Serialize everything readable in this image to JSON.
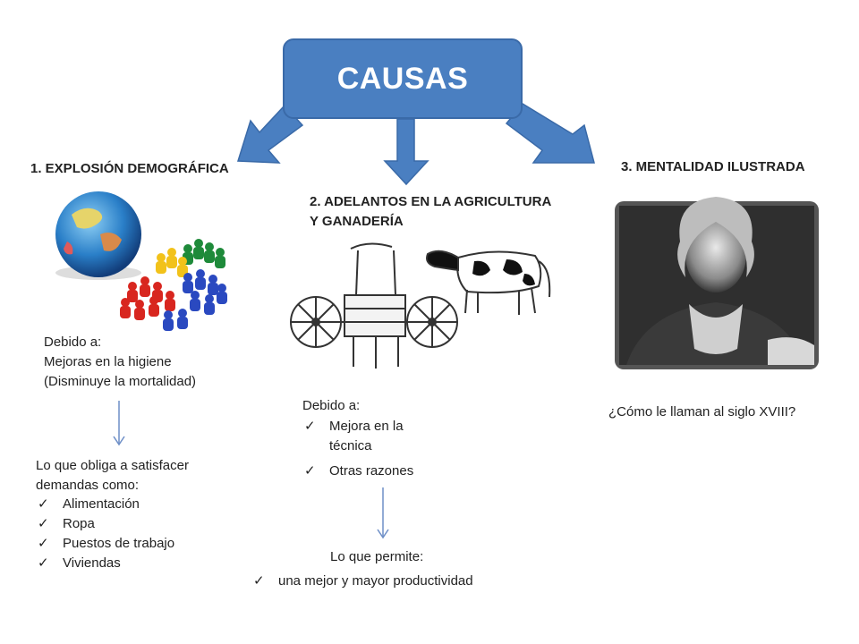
{
  "title": "CAUSAS",
  "col1": {
    "heading": "1. EXPLOSIÓN DEMOGRÁFICA",
    "reason_lines": [
      "Debido a:",
      "Mejoras en la higiene",
      "(Disminuye la mortalidad)"
    ],
    "result_lines": [
      "Lo que obliga  a satisfacer",
      "demandas como:"
    ],
    "items": [
      "Alimentación",
      "Ropa",
      "Puestos de trabajo",
      "Viviendas"
    ]
  },
  "col2": {
    "heading_lines": [
      "2. ADELANTOS EN LA AGRICULTURA",
      "Y GANADERÍA"
    ],
    "reason": "Debido a:",
    "items": [
      "Mejora en la técnica",
      "Otras razones"
    ],
    "result": "Lo que permite:",
    "result_item": "una mejor y mayor productividad"
  },
  "col3": {
    "heading": "3. MENTALIDAD ILUSTRADA",
    "question": "¿Cómo le llaman al siglo XVIII?"
  },
  "colors": {
    "box": "#4a7fc1",
    "arrow_stroke": "#6e8fc7"
  },
  "icons": [
    "globe-figures-image",
    "seed-drill-cow-image",
    "portrait-image",
    "check-icon"
  ]
}
